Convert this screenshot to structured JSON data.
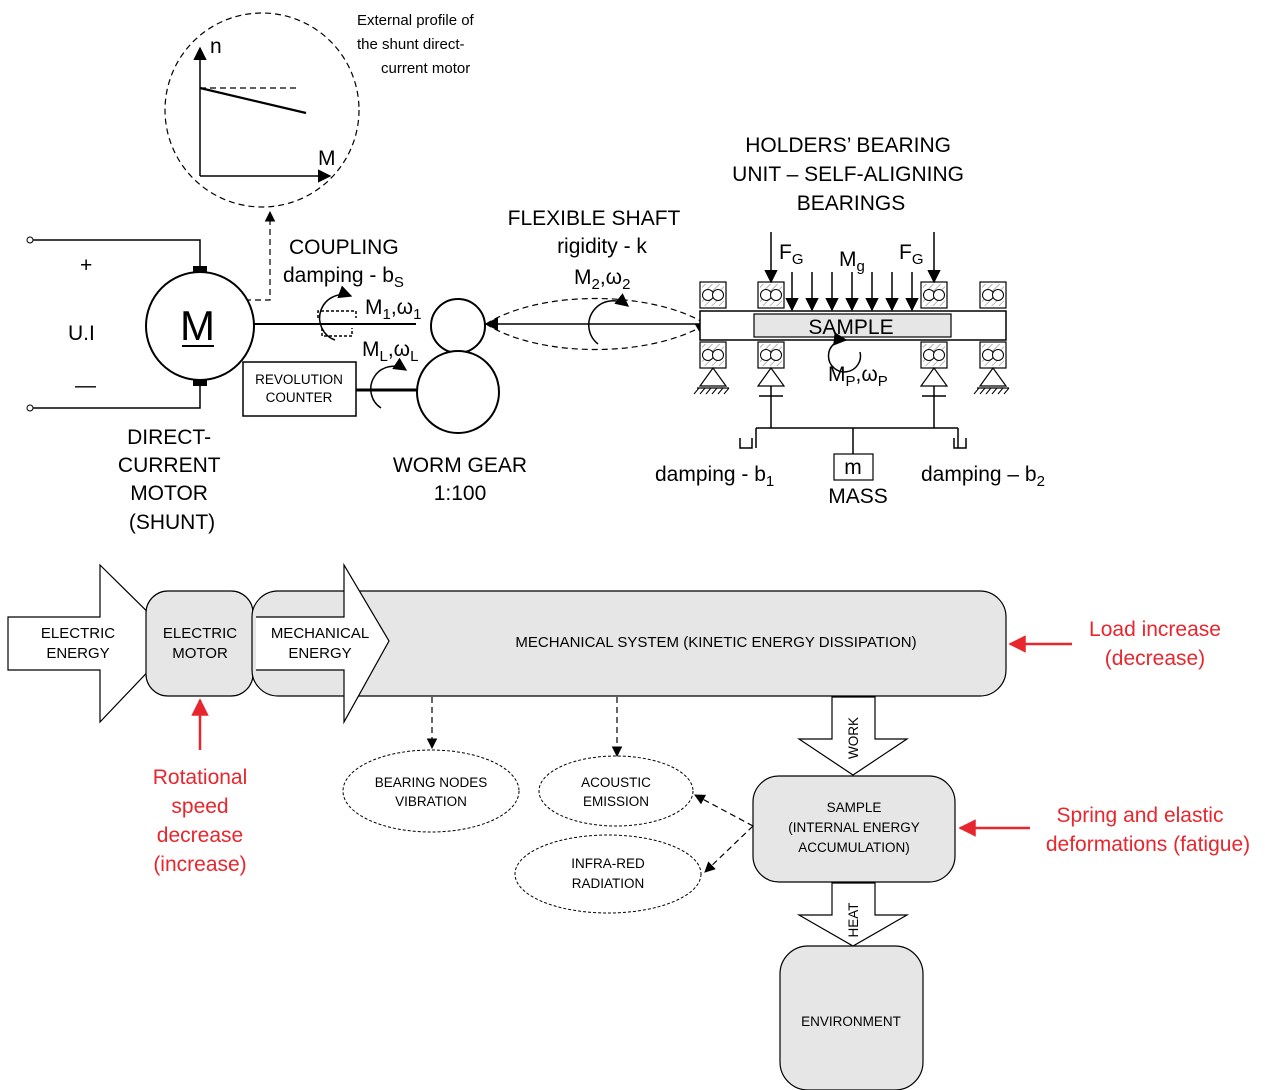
{
  "profile": {
    "caption": [
      "External profile of",
      "the shunt direct-",
      "current motor"
    ],
    "y_axis": "n",
    "x_axis": "M"
  },
  "motor": {
    "symbol": "M",
    "supply": "U.I",
    "plus": "+",
    "minus": "—",
    "caption": [
      "DIRECT-",
      "CURRENT",
      "MOTOR",
      "(SHUNT)"
    ]
  },
  "coupling": {
    "title": "COUPLING",
    "damping": "damping - b",
    "damping_sub": "S",
    "moment": "M",
    "moment_sub": "1",
    "omega": ",ω",
    "omega_sub": "1"
  },
  "counter": {
    "lines": [
      "REVOLUTION",
      "COUNTER"
    ]
  },
  "load_moment": {
    "m": "M",
    "m_sub": "L",
    "omega": ",ω",
    "omega_sub": "L"
  },
  "worm_gear": {
    "lines": [
      "WORM GEAR",
      "1:100"
    ]
  },
  "shaft": {
    "title": "FLEXIBLE SHAFT",
    "rigidity": "rigidity - k",
    "m": "M",
    "m_sub": "2",
    "omega": ",ω",
    "omega_sub": "2"
  },
  "bearings": {
    "title": [
      "HOLDERS’ BEARING",
      "UNIT – SELF-ALIGNING",
      "BEARINGS"
    ]
  },
  "loads": {
    "fg": "F",
    "fg_sub": "G",
    "mg": "M",
    "mg_sub": "g"
  },
  "sample": {
    "label": "SAMPLE",
    "m": "M",
    "m_sub": "P",
    "omega": ",ω",
    "omega_sub": "P"
  },
  "mass": {
    "symbol": "m",
    "label": "MASS"
  },
  "damping": {
    "left": "damping - b",
    "left_sub": "1",
    "right": "damping – b",
    "right_sub": "2"
  },
  "flow": {
    "electric_energy": [
      "ELECTRIC",
      "ENERGY"
    ],
    "electric_motor": [
      "ELECTRIC",
      "MOTOR"
    ],
    "mechanical_energy": [
      "MECHANICAL",
      "ENERGY"
    ],
    "mechanical_system": "MECHANICAL SYSTEM (KINETIC ENERGY DISSIPATION)",
    "work": "WORK",
    "heat": "HEAT",
    "sample": [
      "SAMPLE",
      "(INTERNAL ENERGY",
      "ACCUMULATION)"
    ],
    "environment": "ENVIRONMENT",
    "bearing_vibration": [
      "BEARING NODES",
      "VIBRATION"
    ],
    "acoustic": [
      "ACOUSTIC",
      "EMISSION"
    ],
    "infrared": [
      "INFRA-RED",
      "RADIATION"
    ]
  },
  "notes": {
    "load": [
      "Load increase",
      "(decrease)"
    ],
    "speed": [
      "Rotational",
      "speed",
      "decrease",
      "(increase)"
    ],
    "spring": [
      "Spring and elastic",
      "deformations (fatigue)"
    ]
  },
  "colors": {
    "accent_red": "#e8262d",
    "box_fill": "#e6e6e6"
  }
}
